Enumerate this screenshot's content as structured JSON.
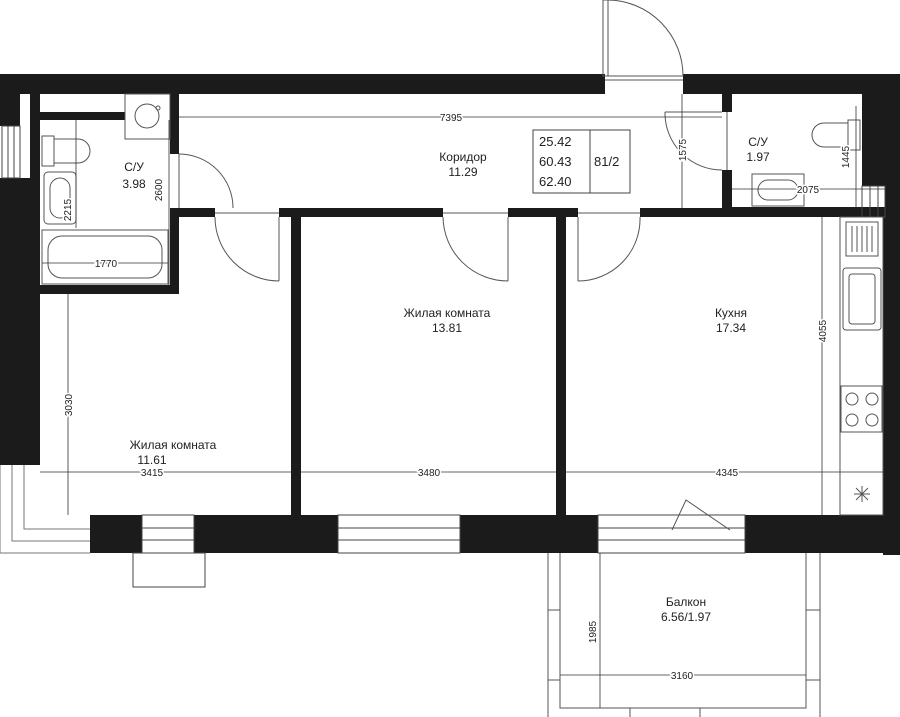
{
  "rooms": {
    "bathroom_main": {
      "name": "С/У",
      "area": "3.98"
    },
    "bathroom_small": {
      "name": "С/У",
      "area": "1.97"
    },
    "corridor": {
      "name": "Коридор",
      "area": "11.29"
    },
    "living_middle": {
      "name": "Жилая комната",
      "area": "13.81"
    },
    "living_left": {
      "name": "Жилая комната",
      "area": "11.61"
    },
    "kitchen": {
      "name": "Кухня",
      "area": "17.34"
    },
    "balcony": {
      "name": "Балкон",
      "area": "6.56/1.97"
    }
  },
  "area_table": {
    "living_area": "25.42",
    "total_area": "60.43",
    "total_with_balcony": "62.40",
    "apartment_no": "81/2"
  },
  "dimensions": {
    "corridor_length": "7395",
    "corridor_height": "1575",
    "bath_height": "2600",
    "bath_sink_depth": "2215",
    "bath_width": "1770",
    "wc_height": "1445",
    "wc_width": "2075",
    "kitchen_depth": "4055",
    "left_room_depth": "3030",
    "left_room_width": "3415",
    "middle_room_width": "3480",
    "kitchen_width": "4345",
    "balcony_depth": "1985",
    "balcony_width": "3160"
  }
}
